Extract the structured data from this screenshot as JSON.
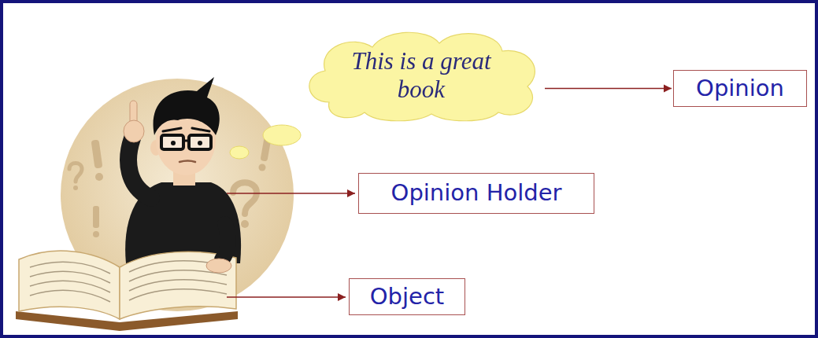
{
  "diagram": {
    "nodes": [
      {
        "text": [
          "This is a great book"
        ]
      },
      {
        "text": [
          "Opinion"
        ]
      },
      {
        "text": [
          "Opinion Holder"
        ]
      },
      {
        "text": [
          "Object"
        ]
      }
    ],
    "edges": [
      {
        "from": 0,
        "to": 1,
        "arrow": "to"
      }
    ]
  }
}
